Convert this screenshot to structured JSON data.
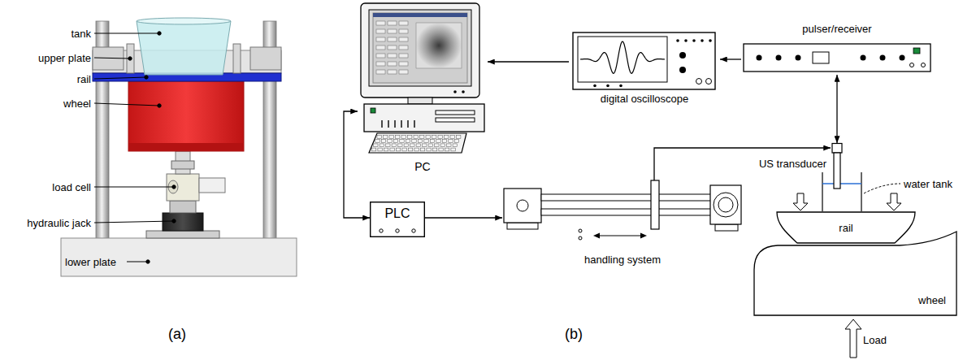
{
  "diagram": {
    "nodes": [
      {
        "text": [
          "PC"
        ]
      },
      {
        "text": [
          "digital oscilloscope"
        ]
      },
      {
        "text": [
          "pulser/receiver"
        ]
      },
      {
        "text": [
          "PLC"
        ]
      },
      {
        "text": [
          "handling system"
        ]
      },
      {
        "text": [
          "US transducer"
        ]
      },
      {
        "text": [
          "rail"
        ]
      },
      {
        "text": [
          "wheel"
        ]
      }
    ],
    "edges": [
      {
        "from": 1,
        "to": 0,
        "arrow": "to"
      },
      {
        "from": 2,
        "to": 1,
        "arrow": "to"
      },
      {
        "from": 0,
        "to": 3,
        "arrow": "both"
      },
      {
        "from": 3,
        "to": 4,
        "arrow": "to"
      },
      {
        "from": 4,
        "to": 5,
        "arrow": "to"
      },
      {
        "from": 2,
        "to": 5,
        "arrow": "both"
      }
    ],
    "labels": [
      "tank",
      "upper plate",
      "rail",
      "wheel",
      "load cell",
      "hydraulic jack",
      "lower plate",
      "water tank",
      "Load",
      "(a)",
      "(b)"
    ]
  }
}
